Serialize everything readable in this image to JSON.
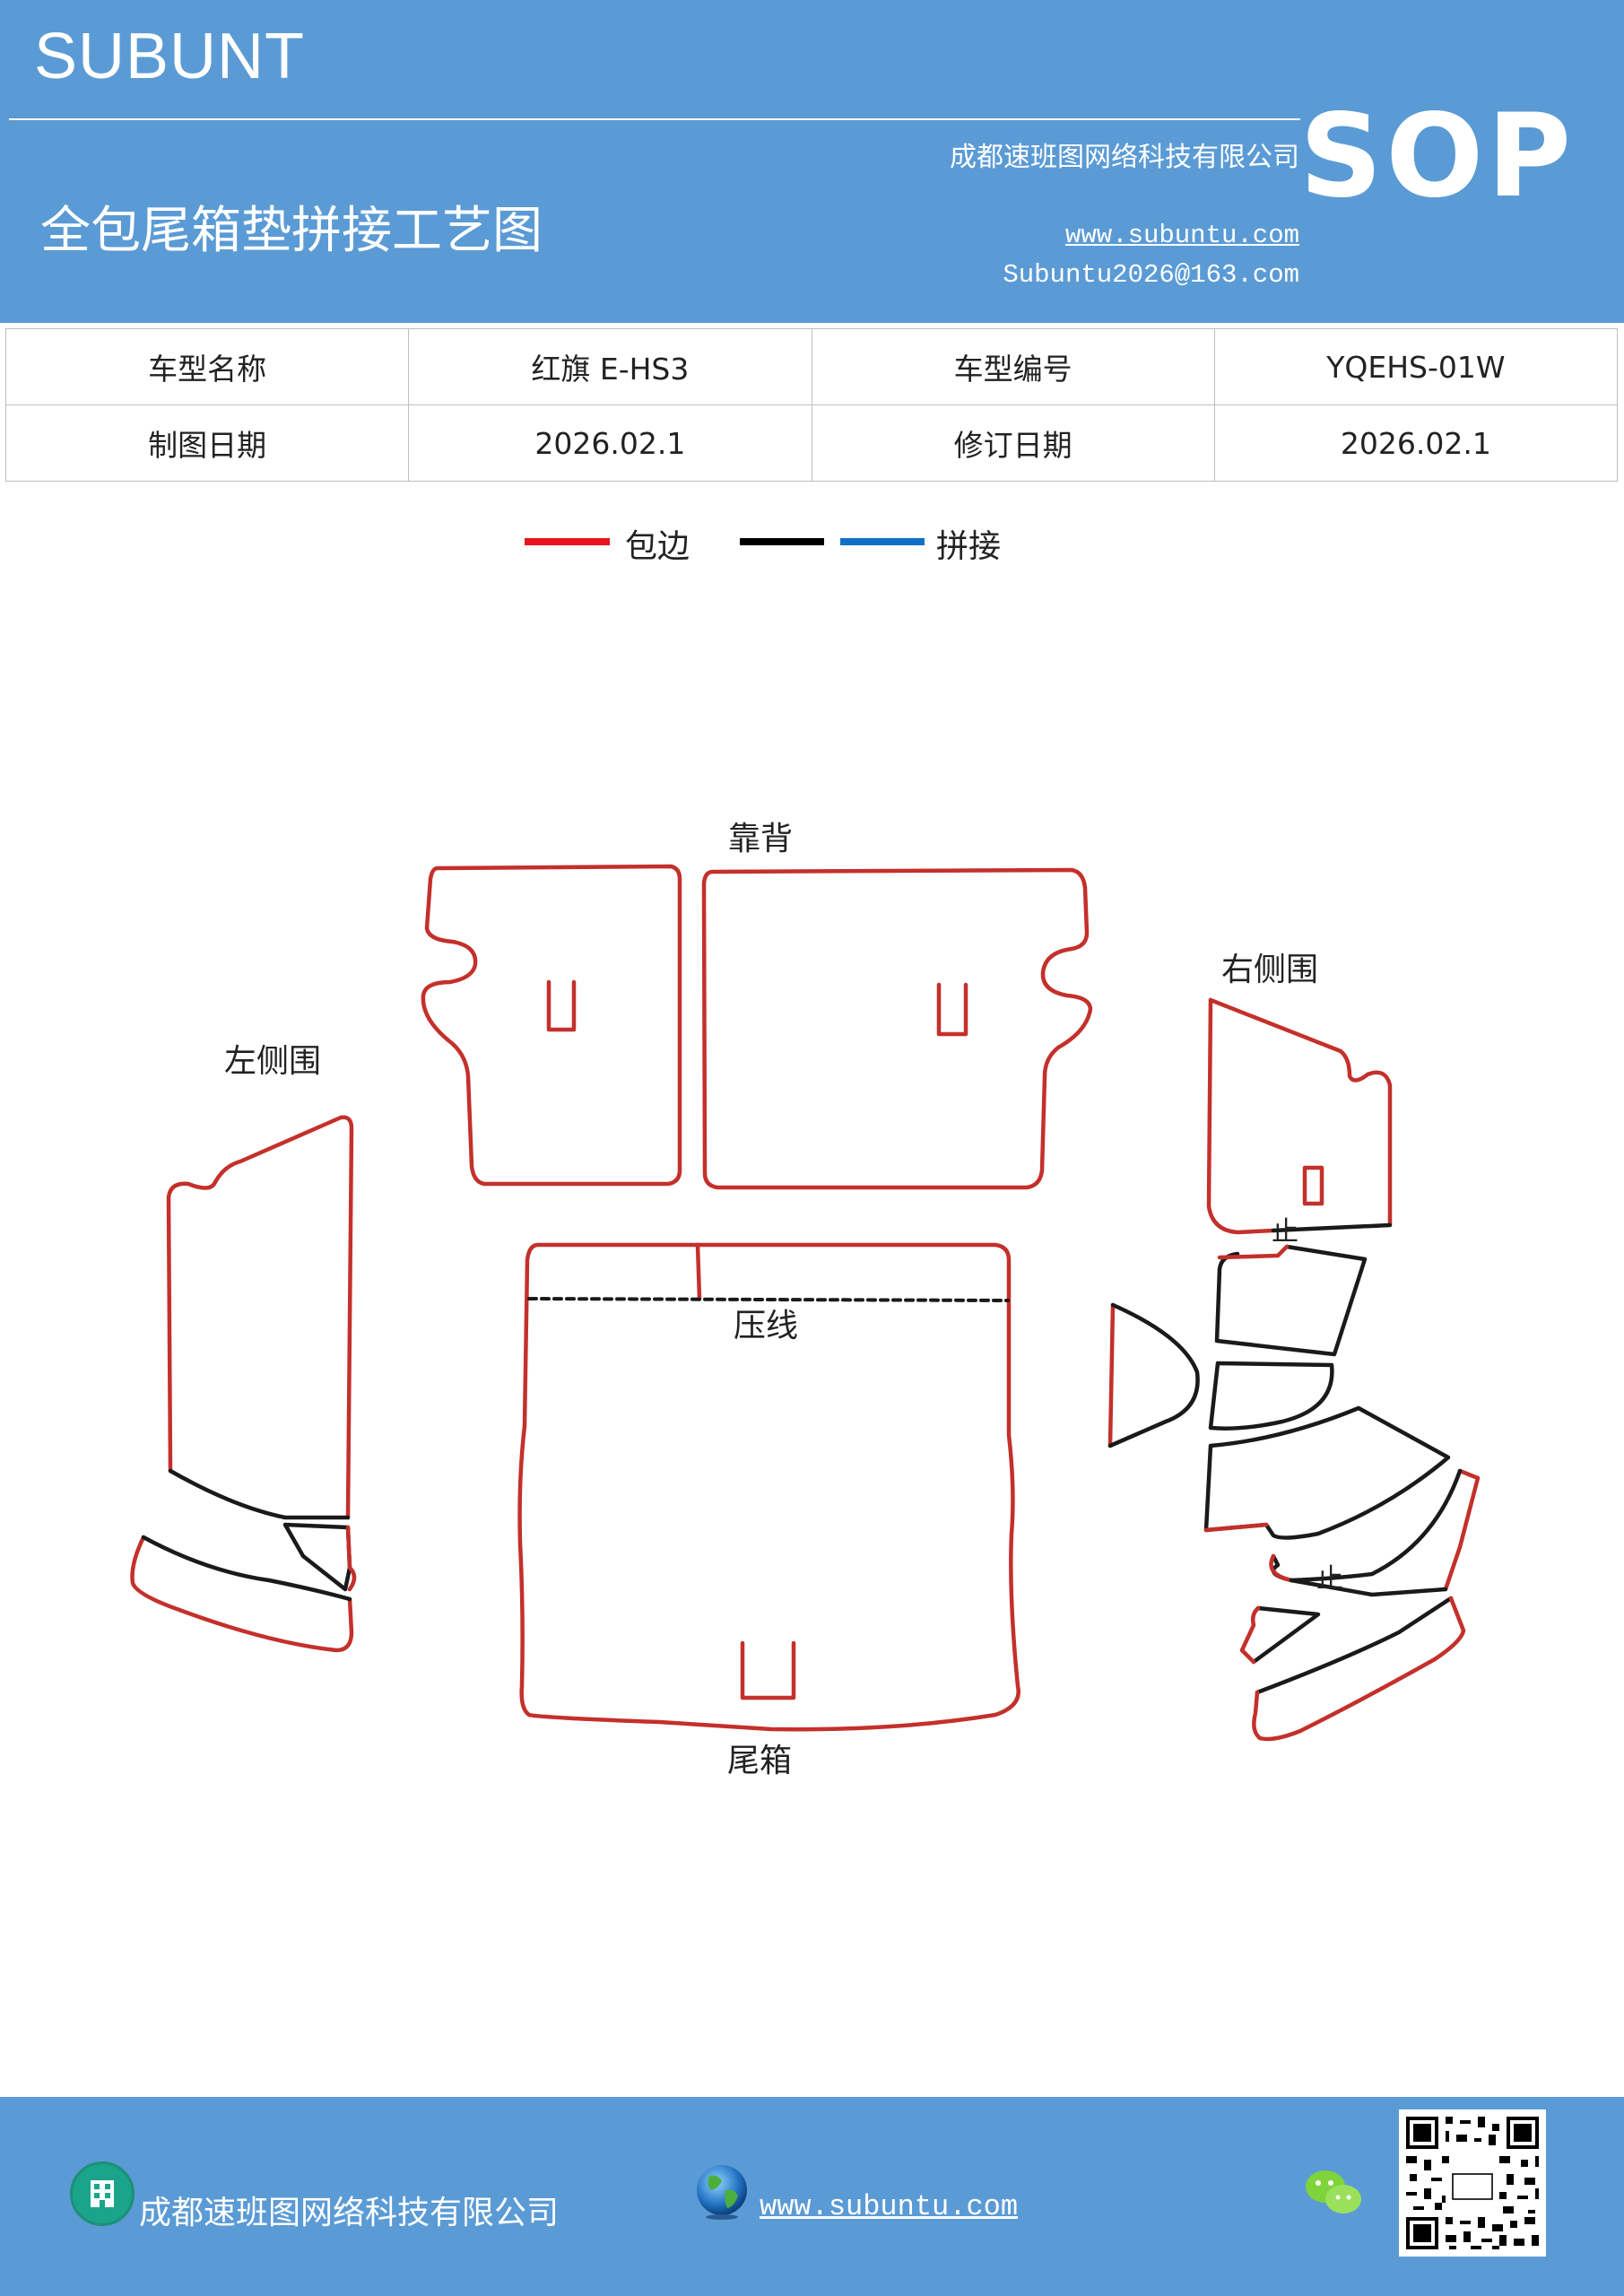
{
  "header": {
    "brand": "SUBUNT",
    "sop": "SOP",
    "company": "成都速班图网络科技有限公司",
    "title": "全包尾箱垫拼接工艺图",
    "website": "www.subuntu.com",
    "email": "Subuntu2026@163.com"
  },
  "info_table": {
    "rows": [
      [
        "车型名称",
        "红旗 E-HS3",
        "车型编号",
        "YQEHS-01W"
      ],
      [
        "制图日期",
        "2026.02.1",
        "修订日期",
        "2026.02.1"
      ]
    ]
  },
  "legend": {
    "wrap_label": "包边",
    "splice_label": "拼接",
    "colors": {
      "wrap": "#e8141c",
      "black": "#000000",
      "blue": "#1270c4"
    }
  },
  "diagram": {
    "labels": {
      "backrest": "靠背",
      "left_side": "左侧围",
      "right_side": "右侧围",
      "press_line": "压线",
      "trunk": "尾箱",
      "stop_1": "止",
      "stop_2": "止"
    },
    "colors": {
      "wrap": "#c4302b",
      "splice": "#1a1a1a"
    }
  },
  "footer": {
    "company": "成都速班图网络科技有限公司",
    "website": "www.subuntu.com",
    "icons": [
      "building-icon",
      "globe-icon",
      "wechat-icon",
      "qr-code"
    ]
  }
}
